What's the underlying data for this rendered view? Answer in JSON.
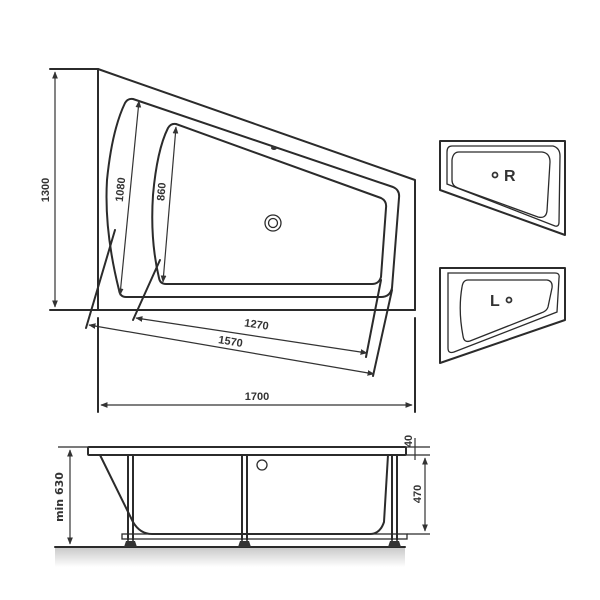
{
  "top_view": {
    "dimensions": {
      "overall_depth": "1300",
      "outer_rim_depth": "1080",
      "inner_basin_depth": "860",
      "inner_basin_length": "1270",
      "outer_rim_length": "1570",
      "overall_length": "1700"
    }
  },
  "variants": {
    "right": {
      "label": "R"
    },
    "left": {
      "label": "L"
    }
  },
  "side_view": {
    "dimensions": {
      "total_height": "min 630",
      "rim_thickness": "40",
      "basin_height": "470"
    }
  },
  "colors": {
    "line": "#2b2b2b",
    "floor_shadow": "#bdbdbd",
    "background": "#ffffff"
  }
}
